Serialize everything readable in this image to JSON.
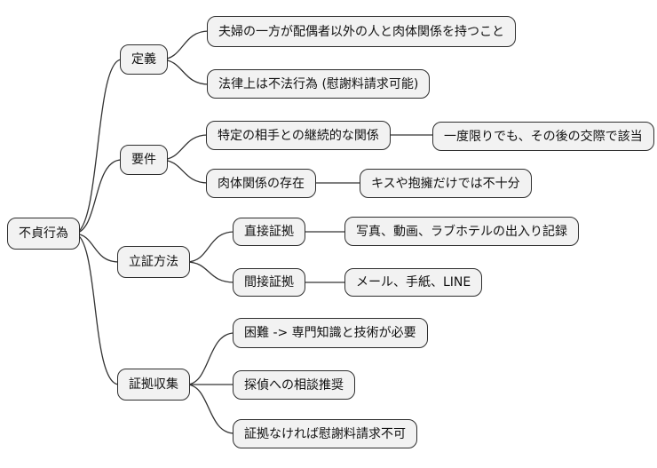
{
  "mindmap": {
    "root": {
      "label": "不貞行為"
    },
    "branches": [
      {
        "label": "定義",
        "children": [
          {
            "label": "夫婦の一方が配偶者以外の人と肉体関係を持つこと"
          },
          {
            "label": "法律上は不法行為 (慰謝料請求可能)"
          }
        ]
      },
      {
        "label": "要件",
        "children": [
          {
            "label": "特定の相手との継続的な関係",
            "children": [
              {
                "label": "一度限りでも、その後の交際で該当"
              }
            ]
          },
          {
            "label": "肉体関係の存在",
            "children": [
              {
                "label": "キスや抱擁だけでは不十分"
              }
            ]
          }
        ]
      },
      {
        "label": "立証方法",
        "children": [
          {
            "label": "直接証拠",
            "children": [
              {
                "label": "写真、動画、ラブホテルの出入り記録"
              }
            ]
          },
          {
            "label": "間接証拠",
            "children": [
              {
                "label": "メール、手紙、LINE"
              }
            ]
          }
        ]
      },
      {
        "label": "証拠収集",
        "children": [
          {
            "label": "困難 -> 専門知識と技術が必要"
          },
          {
            "label": "探偵への相談推奨"
          },
          {
            "label": "証拠なければ慰謝料請求不可"
          }
        ]
      }
    ]
  },
  "colors": {
    "node_fill": "#f2f2f2",
    "node_border": "#2e2e2e",
    "line": "#333333",
    "text": "#111111",
    "bg": "#ffffff"
  }
}
